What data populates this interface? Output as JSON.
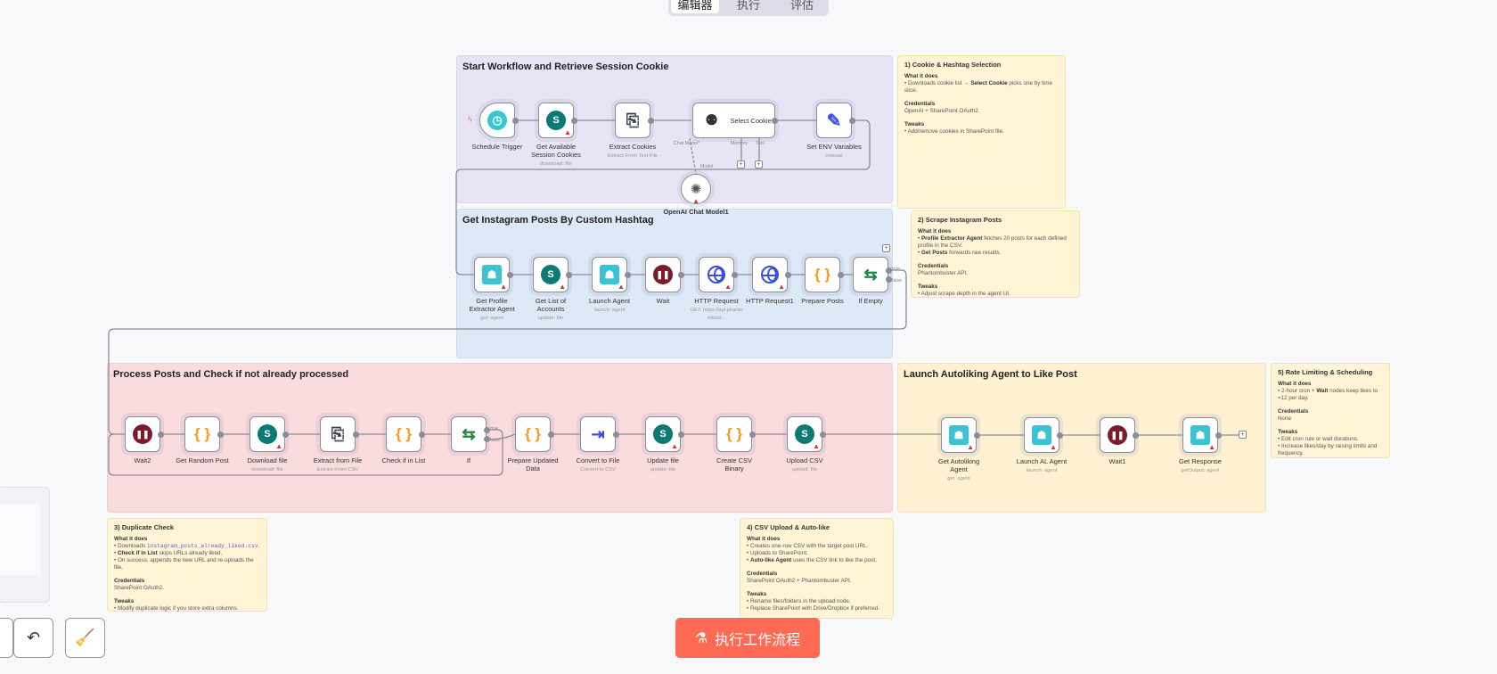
{
  "tabs": [
    {
      "label": "编辑器",
      "active": true
    },
    {
      "label": "执行"
    },
    {
      "label": "评估"
    }
  ],
  "groups": [
    {
      "title": "Start Workflow and Retrieve Session Cookie",
      "color": "#e7e4f5"
    },
    {
      "title": "Get Instagram Posts By Custom Hashtag",
      "color": "#dde9f6"
    },
    {
      "title": "Process Posts and Check if not already processed",
      "color": "#fbdcde"
    },
    {
      "title": "Launch Autoliking Agent to Like Post",
      "color": "#fdf1d2"
    }
  ],
  "nodes": [
    {
      "label": "Schedule Trigger",
      "icon": "clock-icon",
      "glyph": "◷",
      "cls": "i-clock",
      "trigger": true
    },
    {
      "label": "Get Available Session Cookies",
      "sub": "download: file",
      "icon": "sharepoint-icon",
      "glyph": "S",
      "cls": "i-sp",
      "warn": true
    },
    {
      "label": "Extract Cookies",
      "sub": "Extract From Text File",
      "icon": "extract-file-icon",
      "glyph": "⎘",
      "cls": "i-doc"
    },
    {
      "label": "Select Cookie",
      "icon": "robot-icon",
      "glyph": "⚉",
      "cls": "i-robot",
      "wide": true
    },
    {
      "label": "Set ENV Variables",
      "sub": "manual",
      "icon": "pencil-icon",
      "glyph": "✎",
      "cls": "i-pen"
    },
    {
      "label": "Get Profile Extractor Agent",
      "sub": "get: agent",
      "icon": "phantombuster-icon",
      "glyph": "☗",
      "cls": "i-pb",
      "warn": true
    },
    {
      "label": "Get List of Accounts",
      "sub": "update: file",
      "icon": "sharepoint-icon",
      "glyph": "S",
      "cls": "i-sp",
      "warn": true
    },
    {
      "label": "Launch Agent",
      "sub": "launch: agent",
      "icon": "phantombuster-icon",
      "glyph": "☗",
      "cls": "i-pb",
      "warn": true
    },
    {
      "label": "Wait",
      "icon": "pause-icon",
      "glyph": "❚❚",
      "cls": "i-wait"
    },
    {
      "label": "HTTP Request",
      "sub": "GET: https://api.phantombust...",
      "icon": "globe-icon",
      "cls": "i-http",
      "warn": true
    },
    {
      "label": "HTTP Request1",
      "icon": "globe-icon",
      "cls": "i-http",
      "warn": true
    },
    {
      "label": "Prepare Posts",
      "icon": "code-icon",
      "glyph": "{ }",
      "cls": "i-code"
    },
    {
      "label": "If Empty",
      "icon": "signpost-icon",
      "glyph": "⇆",
      "cls": "i-if",
      "branch": true
    },
    {
      "label": "Wait2",
      "icon": "pause-icon",
      "glyph": "❚❚",
      "cls": "i-wait"
    },
    {
      "label": "Get Random Post",
      "icon": "code-icon",
      "glyph": "{ }",
      "cls": "i-code"
    },
    {
      "label": "Download file",
      "sub": "download: file",
      "icon": "sharepoint-icon",
      "glyph": "S",
      "cls": "i-sp",
      "warn": true
    },
    {
      "label": "Extract from File",
      "sub": "Extract From CSV",
      "icon": "extract-file-icon",
      "glyph": "⎘",
      "cls": "i-doc"
    },
    {
      "label": "Check if in List",
      "icon": "code-icon",
      "glyph": "{ }",
      "cls": "i-code"
    },
    {
      "label": "If",
      "icon": "signpost-icon",
      "glyph": "⇆",
      "cls": "i-if",
      "branch": true
    },
    {
      "label": "Prepare Updated Data",
      "icon": "code-icon",
      "glyph": "{ }",
      "cls": "i-code"
    },
    {
      "label": "Convert to File",
      "sub": "Convert to CSV",
      "icon": "convert-file-icon",
      "glyph": "⇥",
      "cls": "i-conv"
    },
    {
      "label": "Update file",
      "sub": "update: file",
      "icon": "sharepoint-icon",
      "glyph": "S",
      "cls": "i-sp",
      "warn": true
    },
    {
      "label": "Create CSV Binary",
      "icon": "code-icon",
      "glyph": "{ }",
      "cls": "i-code"
    },
    {
      "label": "Upload CSV",
      "sub": "upload: file",
      "icon": "sharepoint-icon",
      "glyph": "S",
      "cls": "i-sp",
      "warn": true
    },
    {
      "label": "Get Autoliking Agent",
      "sub": "get: agent",
      "icon": "phantombuster-icon",
      "glyph": "☗",
      "cls": "i-pb",
      "warn": true
    },
    {
      "label": "Launch AL Agent",
      "sub": "launch: agent",
      "icon": "phantombuster-icon",
      "glyph": "☗",
      "cls": "i-pb",
      "warn": true
    },
    {
      "label": "Wait1",
      "icon": "pause-icon",
      "glyph": "❚❚",
      "cls": "i-wait"
    },
    {
      "label": "Get Response",
      "sub": "getOutput: agent",
      "icon": "phantombuster-icon",
      "glyph": "☗",
      "cls": "i-pb",
      "warn": true
    }
  ],
  "subnode": {
    "label": "OpenAI Chat Model1",
    "icon": "openai-icon",
    "glyph": "✺",
    "port_label": "Model"
  },
  "agent_ports": {
    "chat_model": "Chat Model*",
    "memory": "Memory",
    "tool": "Tool"
  },
  "branch_labels": {
    "true": "true",
    "false": "false"
  },
  "notes": [
    {
      "title": "1) Cookie & Hashtag Selection",
      "sections": [
        {
          "h": "What it does",
          "lines": [
            [
              [
                "• Downloads cookie list → ",
                0
              ],
              [
                "Select Cookie",
                1
              ],
              [
                " picks one by time slice.",
                0
              ]
            ]
          ]
        },
        {
          "h": "Credentials",
          "lines": [
            [
              [
                "OpenAI + SharePoint OAuth2.",
                0
              ]
            ]
          ]
        },
        {
          "h": "Tweaks",
          "lines": [
            [
              [
                "• Add/remove cookies in SharePoint file.",
                0
              ]
            ]
          ]
        }
      ]
    },
    {
      "title": "2) Scrape Instagram Posts",
      "sections": [
        {
          "h": "What it does",
          "lines": [
            [
              [
                "• ",
                0
              ],
              [
                "Profile Extractor Agent",
                1
              ],
              [
                " fetches 20 posts for each defined profile in the CSV.",
                0
              ]
            ],
            [
              [
                "• ",
                0
              ],
              [
                "Get Posts",
                1
              ],
              [
                " forwards raw results.",
                0
              ]
            ]
          ]
        },
        {
          "h": "Credentials",
          "lines": [
            [
              [
                "Phantombuster API.",
                0
              ]
            ]
          ]
        },
        {
          "h": "Tweaks",
          "lines": [
            [
              [
                "• Adjust scrape depth in the agent UI.",
                0
              ]
            ]
          ]
        }
      ]
    },
    {
      "title": "3) Duplicate Check",
      "sections": [
        {
          "h": "What it does",
          "lines": [
            [
              [
                "• Downloads ",
                0
              ],
              [
                "instagram_posts_already_liked.csv",
                2
              ],
              [
                ".",
                0
              ]
            ],
            [
              [
                "• ",
                0
              ],
              [
                "Check if in List",
                1
              ],
              [
                " skips URLs already liked.",
                0
              ]
            ],
            [
              [
                "• On success, appends the new URL and re-uploads the file.",
                0
              ]
            ]
          ]
        },
        {
          "h": "Credentials",
          "lines": [
            [
              [
                "SharePoint OAuth2.",
                0
              ]
            ]
          ]
        },
        {
          "h": "Tweaks",
          "lines": [
            [
              [
                "• Modify duplicate logic if you store extra columns.",
                0
              ]
            ]
          ]
        }
      ]
    },
    {
      "title": "4) CSV Upload & Auto-like",
      "sections": [
        {
          "h": "What it does",
          "lines": [
            [
              [
                "• Creates one-row CSV with the target post URL.",
                0
              ]
            ],
            [
              [
                "• Uploads to SharePoint.",
                0
              ]
            ],
            [
              [
                "• ",
                0
              ],
              [
                "Auto-like Agent",
                1
              ],
              [
                " uses the CSV link to like the post.",
                0
              ]
            ]
          ]
        },
        {
          "h": "Credentials",
          "lines": [
            [
              [
                "SharePoint OAuth2 + Phantombuster API.",
                0
              ]
            ]
          ]
        },
        {
          "h": "Tweaks",
          "lines": [
            [
              [
                "• Rename files/folders in the upload node.",
                0
              ]
            ],
            [
              [
                "• Replace SharePoint with Drive/Dropbox if preferred.",
                0
              ]
            ]
          ]
        }
      ]
    },
    {
      "title": "5) Rate Limiting & Scheduling",
      "sections": [
        {
          "h": "What it does",
          "lines": [
            [
              [
                "• 2-hour cron + ",
                0
              ],
              [
                "Wait",
                1
              ],
              [
                " nodes keep likes to ≈12 per day.",
                0
              ]
            ]
          ]
        },
        {
          "h": "Credentials",
          "lines": [
            [
              [
                "None",
                0
              ]
            ]
          ]
        },
        {
          "h": "Tweaks",
          "lines": [
            [
              [
                "• Edit cron rule or wait durations.",
                0
              ]
            ],
            [
              [
                "• Increase likes/day by raising limits and frequency.",
                0
              ]
            ]
          ]
        }
      ]
    }
  ],
  "toolbar": {
    "undo_icon": "undo-icon",
    "clear_icon": "broom-icon"
  },
  "run_button": {
    "label": "执行工作流程",
    "icon": "flask-icon",
    "color": "#ff6a55"
  }
}
